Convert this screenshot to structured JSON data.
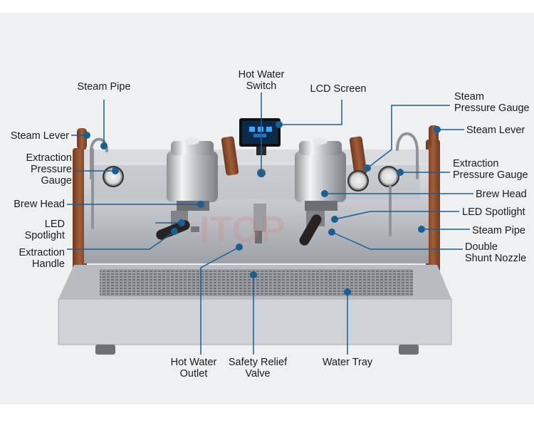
{
  "labels": {
    "steam_pipe_left": "Steam Pipe",
    "hot_water_switch_1": "Hot Water",
    "hot_water_switch_2": "Switch",
    "lcd_screen": "LCD Screen",
    "steam_pressure_gauge_1": "Steam",
    "steam_pressure_gauge_2": "Pressure Gauge",
    "steam_lever_left": "Steam Lever",
    "steam_lever_right": "Steam Lever",
    "extraction_pressure_gauge_left_1": "Extraction",
    "extraction_pressure_gauge_left_2": "Pressure",
    "extraction_pressure_gauge_left_3": "Gauge",
    "extraction_pressure_gauge_right_1": "Extraction",
    "extraction_pressure_gauge_right_2": "Pressure Gauge",
    "brew_head_left": "Brew Head",
    "brew_head_right": "Brew Head",
    "led_spotlight_left_1": "LED",
    "led_spotlight_left_2": "Spotlight",
    "led_spotlight_right": "LED Spotlight",
    "steam_pipe_right": "Steam Pipe",
    "extraction_handle_1": "Extraction",
    "extraction_handle_2": "Handle",
    "double_shunt_nozzle_1": "Double",
    "double_shunt_nozzle_2": "Shunt Nozzle",
    "hot_water_outlet_1": "Hot Water",
    "hot_water_outlet_2": "Outlet",
    "safety_relief_valve_1": "Safety Relief",
    "safety_relief_valve_2": "Valve",
    "water_tray": "Water Tray"
  },
  "watermark": "ITOP",
  "colors": {
    "leader_line": "#1a5f94",
    "panel_background": "#eff0f2",
    "wood": "#8a4a2c",
    "steel": "#c9ccd0"
  }
}
